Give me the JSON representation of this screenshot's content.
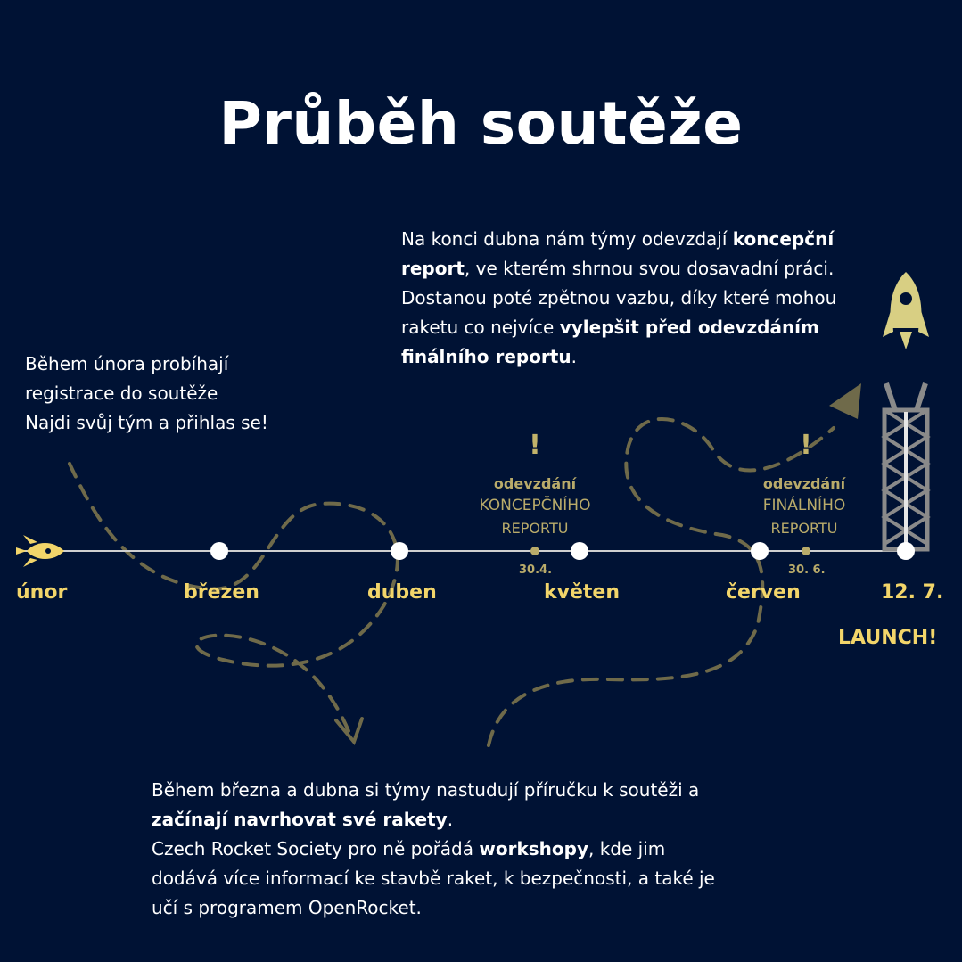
{
  "title": "Průběh soutěže",
  "timeline": {
    "months": [
      "únor",
      "březen",
      "duben",
      "květen",
      "červen",
      "12. 7."
    ],
    "launch_label": "LAUNCH!",
    "deadlines": [
      {
        "exclamation": "!",
        "line1": "odevzdání",
        "line2": "KONCEPČNÍHO",
        "line3": "REPORTU",
        "date": "30.4."
      },
      {
        "exclamation": "!",
        "line1": "odevzdání",
        "line2": "FINÁLNÍHO",
        "line3": "REPORTU",
        "date": "30. 6."
      }
    ]
  },
  "left_note": {
    "line1": "Během února probíhají",
    "line2": "registrace do soutěže",
    "line3": "Najdi svůj tým a přihlas se!"
  },
  "top_note": {
    "p1": "Na konci dubna nám týmy odevzdají ",
    "b1": "koncepční report",
    "p2": ", ve kterém shrnou svou dosavadní práci. Dostanou poté zpětnou vazbu, díky které mohou raketu co nejvíce ",
    "b2": "vylepšit před odevzdáním finálního reportu",
    "p3": "."
  },
  "bottom_note": {
    "p1": "Během března a dubna si týmy nastudují příručku k soutěži a ",
    "b1": "začínají navrhovat své rakety",
    "p2": ".",
    "p3": "Czech Rocket Society pro ně pořádá ",
    "b2": "workshopy",
    "p4": ", kde jim dodává více informací ke stavbě raket, k bezpečnosti, a také je učí s programem OpenRocket."
  },
  "colors": {
    "background": "#001234",
    "accent_yellow": "#f2d56a",
    "muted_gold": "#b9ab6a",
    "dashed_path": "#6f6a4a",
    "tower": "#8a8a8a"
  },
  "icons": [
    "rocket-icon",
    "launch-rocket-icon",
    "launch-tower-icon"
  ]
}
